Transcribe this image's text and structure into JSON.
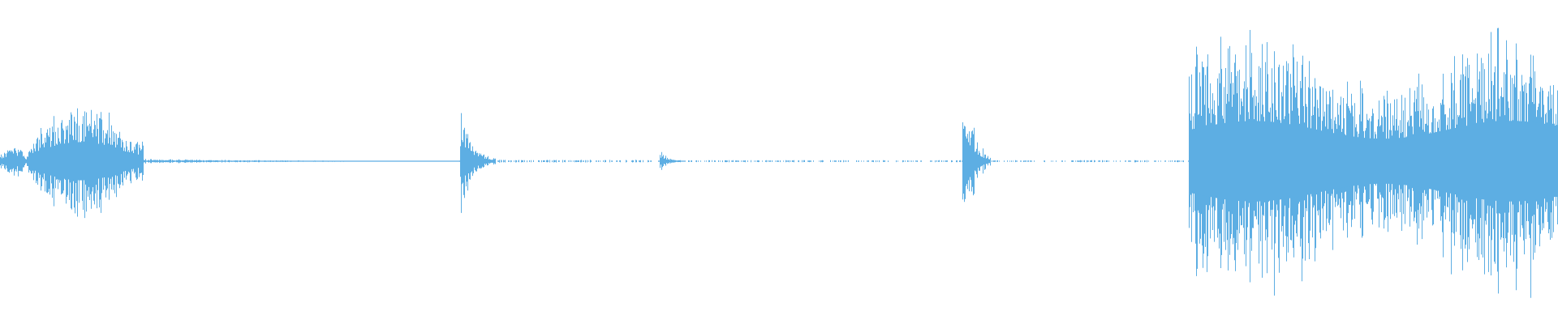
{
  "waveform": {
    "color": "#5daee3",
    "background": "#ffffff",
    "segments": [
      {
        "name": "burst-1-lead",
        "start": 0.0,
        "end": 0.018,
        "peak": 0.1,
        "shape": "swell"
      },
      {
        "name": "burst-1",
        "start": 0.018,
        "end": 0.092,
        "peak": 0.37,
        "shape": "swell"
      },
      {
        "name": "tail-1",
        "start": 0.092,
        "end": 0.3,
        "peak": 0.015,
        "shape": "decay"
      },
      {
        "name": "burst-2",
        "start": 0.295,
        "end": 0.318,
        "peak": 0.44,
        "shape": "attack"
      },
      {
        "name": "tail-2",
        "start": 0.318,
        "end": 0.423,
        "peak": 0.008,
        "shape": "flat"
      },
      {
        "name": "burst-3",
        "start": 0.423,
        "end": 0.44,
        "peak": 0.08,
        "shape": "attack"
      },
      {
        "name": "tail-3",
        "start": 0.44,
        "end": 0.617,
        "peak": 0.006,
        "shape": "flat"
      },
      {
        "name": "burst-4",
        "start": 0.617,
        "end": 0.636,
        "peak": 0.75,
        "shape": "attack"
      },
      {
        "name": "tail-4",
        "start": 0.636,
        "end": 0.763,
        "peak": 0.006,
        "shape": "flat"
      },
      {
        "name": "burst-5",
        "start": 0.763,
        "end": 1.0,
        "peak": 0.78,
        "shape": "sustain"
      }
    ]
  }
}
